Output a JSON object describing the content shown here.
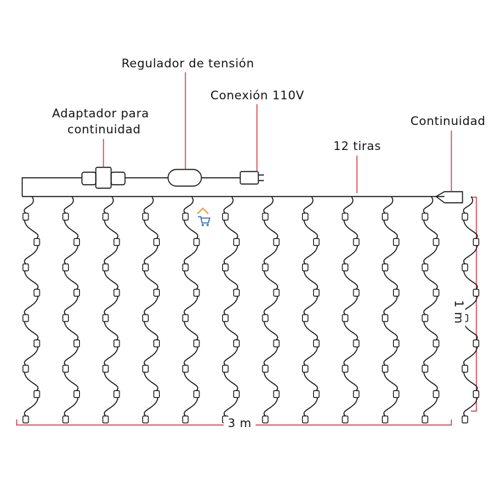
{
  "labels": {
    "regulator": "Regulador de tensión",
    "connection": "Conexión 110V",
    "adapter_line1": "Adaptador para",
    "adapter_line2": "continuidad",
    "continuity": "Continuidad",
    "strands": "12 tiras",
    "height": "1 m",
    "width": "3 m"
  },
  "strands": {
    "count": 12,
    "bulbs_per_strand": 9
  },
  "colors": {
    "wire": "#111111",
    "callout": "#cc1f2b",
    "dimension": "#cc1f2b",
    "logo_orange": "#f2a23a",
    "logo_blue": "#3a6fb5"
  },
  "icons": [
    "shop-cart-logo-icon"
  ]
}
